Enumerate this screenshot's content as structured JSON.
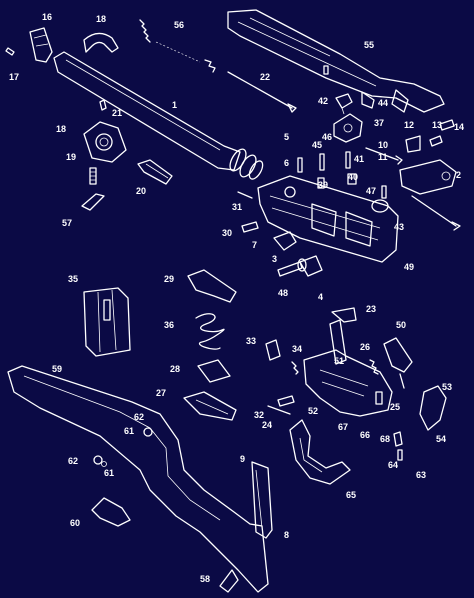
{
  "diagram": {
    "callouts": [
      "16",
      "17",
      "18",
      "56",
      "55",
      "22",
      "42",
      "44",
      "1",
      "21",
      "18",
      "19",
      "20",
      "57",
      "5",
      "6",
      "45",
      "46",
      "37",
      "12",
      "13",
      "14",
      "41",
      "10",
      "11",
      "2",
      "39",
      "40",
      "47",
      "31",
      "30",
      "7",
      "3",
      "43",
      "49",
      "48",
      "4",
      "35",
      "29",
      "36",
      "23",
      "50",
      "33",
      "34",
      "51",
      "26",
      "28",
      "27",
      "59",
      "53",
      "25",
      "62",
      "61",
      "32",
      "24",
      "52",
      "67",
      "66",
      "68",
      "64",
      "63",
      "54",
      "62",
      "61",
      "9",
      "65",
      "60",
      "8",
      "58"
    ],
    "colors": {
      "background": "#0b0a45",
      "ink": "#ffffff"
    }
  }
}
